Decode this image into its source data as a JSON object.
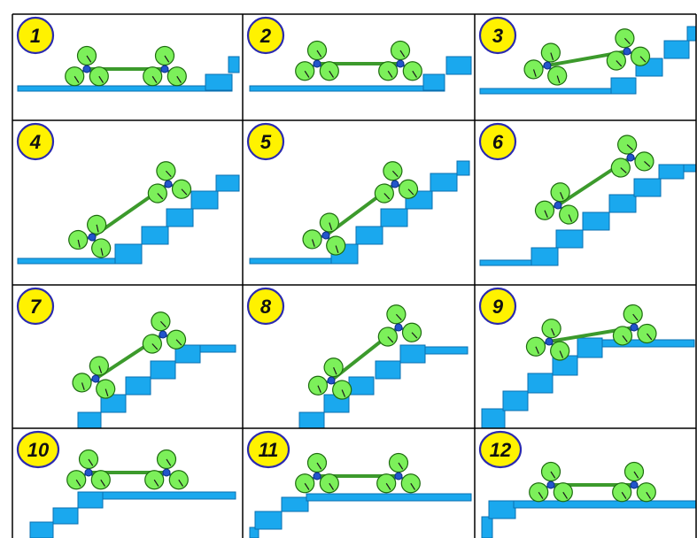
{
  "colors": {
    "wheel_fill": "#7cf05a",
    "wheel_stroke": "#1e6b10",
    "beam": "#3c9a2c",
    "hub": "#2255cc",
    "step_fill": "#1aa8ee",
    "step_stroke": "#0a6fb0",
    "badge_fill": "#fff200",
    "badge_stroke": "#2a2ab0",
    "grid_line": "#000000"
  },
  "panels": [
    {
      "label": "1"
    },
    {
      "label": "2"
    },
    {
      "label": "3"
    },
    {
      "label": "4"
    },
    {
      "label": "5"
    },
    {
      "label": "6"
    },
    {
      "label": "7"
    },
    {
      "label": "8"
    },
    {
      "label": "9"
    },
    {
      "label": "10"
    },
    {
      "label": "11"
    },
    {
      "label": "12"
    }
  ]
}
